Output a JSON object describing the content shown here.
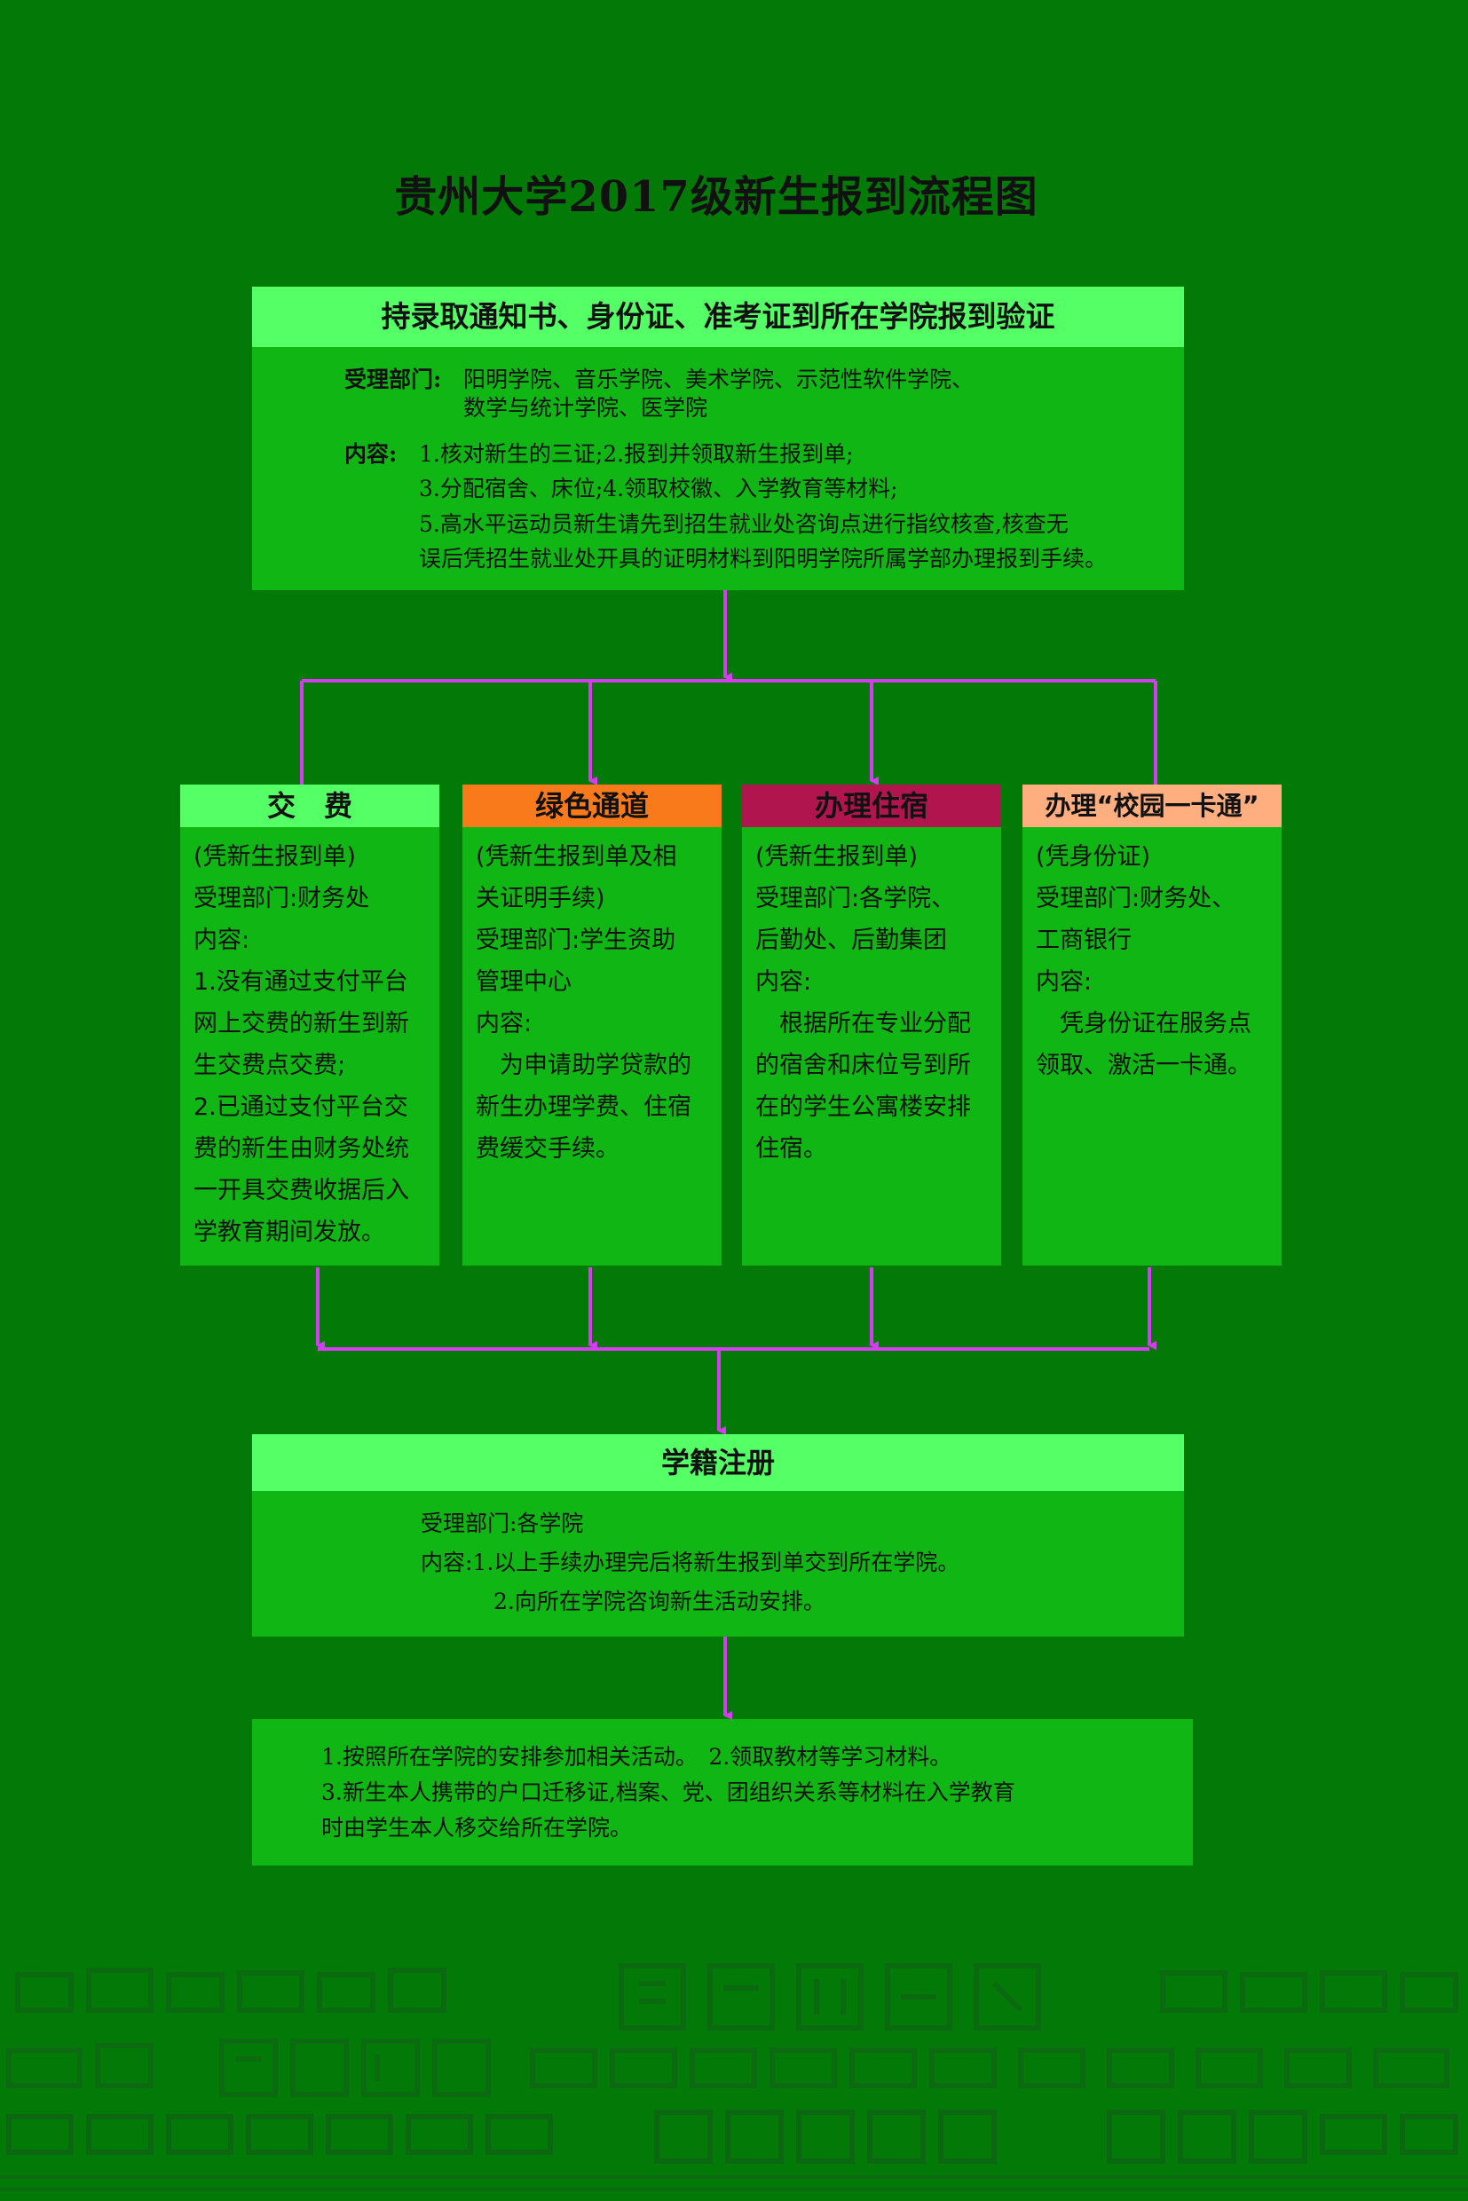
{
  "title": "贵州大学2017级新生报到流程图",
  "step1": {
    "header": "持录取通知书、身份证、准考证到所在学院报到验证",
    "dept_label": "受理部门:",
    "dept_line1": "阳明学院、音乐学院、美术学院、示范性软件学院、",
    "dept_line2": "数学与统计学院、医学院",
    "content_label": "内容:",
    "content_line1": "1.核对新生的三证;2.报到并领取新生报到单;",
    "content_line2": "3.分配宿舍、床位;4.领取校徽、入学教育等材料;",
    "content_line3": "5.高水平运动员新生请先到招生就业处咨询点进行指纹核查,核查无",
    "content_line4": "误后凭招生就业处开具的证明材料到阳明学院所属学部办理报到手续。"
  },
  "columns": [
    {
      "header": "交　费",
      "header_color": "#55ff66",
      "lines": [
        "(凭新生报到单)",
        "受理部门:财务处",
        "内容:",
        "1.没有通过支付平台",
        "网上交费的新生到新",
        "生交费点交费;",
        "2.已通过支付平台交",
        "费的新生由财务处统",
        "一开具交费收据后入",
        "学教育期间发放。"
      ]
    },
    {
      "header": "绿色通道",
      "header_color": "#f97a1a",
      "lines": [
        "(凭新生报到单及相",
        "关证明手续)",
        "受理部门:学生资助",
        "管理中心",
        "内容:",
        "　为申请助学贷款的",
        "新生办理学费、住宿",
        "费缓交手续。"
      ]
    },
    {
      "header": "办理住宿",
      "header_color": "#b0154e",
      "lines": [
        "(凭新生报到单)",
        "受理部门:各学院、",
        "后勤处、后勤集团",
        "内容:",
        "　根据所在专业分配",
        "的宿舍和床位号到所",
        "在的学生公寓楼安排",
        "住宿。"
      ]
    },
    {
      "header": "办理“校园一卡通”",
      "header_color": "#ffae80",
      "lines": [
        "(凭身份证)",
        "受理部门:财务处、",
        "工商银行",
        "内容:",
        "　凭身份证在服务点",
        "领取、激活一卡通。"
      ]
    }
  ],
  "registration": {
    "header": "学籍注册",
    "dept": "受理部门:各学院",
    "content_line1": "内容:1.以上手续办理完后将新生报到单交到所在学院。",
    "content_line2": "2.向所在学院咨询新生活动安排。"
  },
  "final": {
    "line1": "1.按照所在学院的安排参加相关活动。　2.领取教材等学习材料。",
    "line2": "3.新生本人携带的户口迁移证,档案、党、团组织关系等材料在入学教育",
    "line3": "时由学生本人移交给所在学院。"
  },
  "colors": {
    "background": "#037a07",
    "box": "#10b614",
    "header_green": "#55ff66",
    "connector": "#d63cf2"
  }
}
